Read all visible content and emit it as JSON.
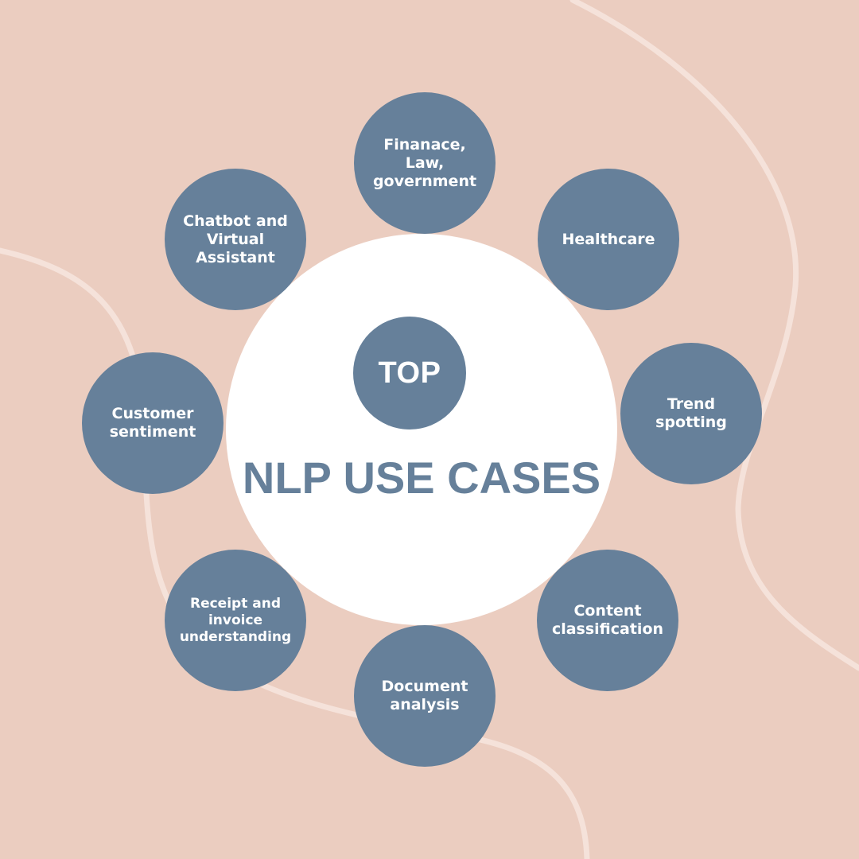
{
  "center": {
    "badge": "TOP",
    "title": "NLP USE CASES"
  },
  "nodes": [
    {
      "id": "finance",
      "label": "Finanace,\nLaw,\ngovernment"
    },
    {
      "id": "healthcare",
      "label": "Healthcare"
    },
    {
      "id": "trend",
      "label": "Trend spotting"
    },
    {
      "id": "content",
      "label": "Content\nclassification"
    },
    {
      "id": "document",
      "label": "Document\nanalysis"
    },
    {
      "id": "receipt",
      "label": "Receipt and\ninvoice\nunderstanding"
    },
    {
      "id": "customer",
      "label": "Customer\nsentiment"
    },
    {
      "id": "chatbot",
      "label": "Chatbot and\nVirtual\nAssistant"
    }
  ],
  "colors": {
    "background": "#ebcdc0",
    "node": "#66809a",
    "center": "#ffffff",
    "decor_line": "#f5e2da"
  }
}
